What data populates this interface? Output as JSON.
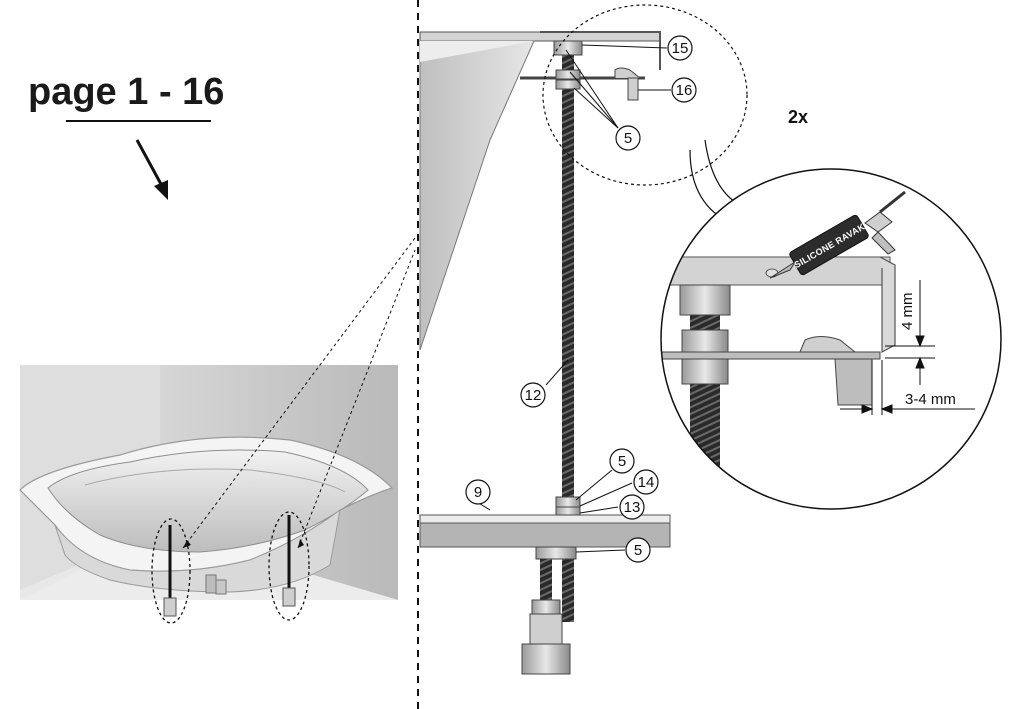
{
  "page_reference": "page 1 - 16",
  "multiplier": "2x",
  "tube_label": "SILICONE RAVAK",
  "dimensions": {
    "gap_vertical": "4 mm",
    "gap_horizontal": "3-4 mm"
  },
  "callouts": [
    {
      "id": "c15",
      "label": "15"
    },
    {
      "id": "c16",
      "label": "16"
    },
    {
      "id": "c5a",
      "label": "5"
    },
    {
      "id": "c12",
      "label": "12"
    },
    {
      "id": "c5b",
      "label": "5"
    },
    {
      "id": "c14",
      "label": "14"
    },
    {
      "id": "c13",
      "label": "13"
    },
    {
      "id": "c9",
      "label": "9"
    },
    {
      "id": "c5c",
      "label": "5"
    }
  ]
}
